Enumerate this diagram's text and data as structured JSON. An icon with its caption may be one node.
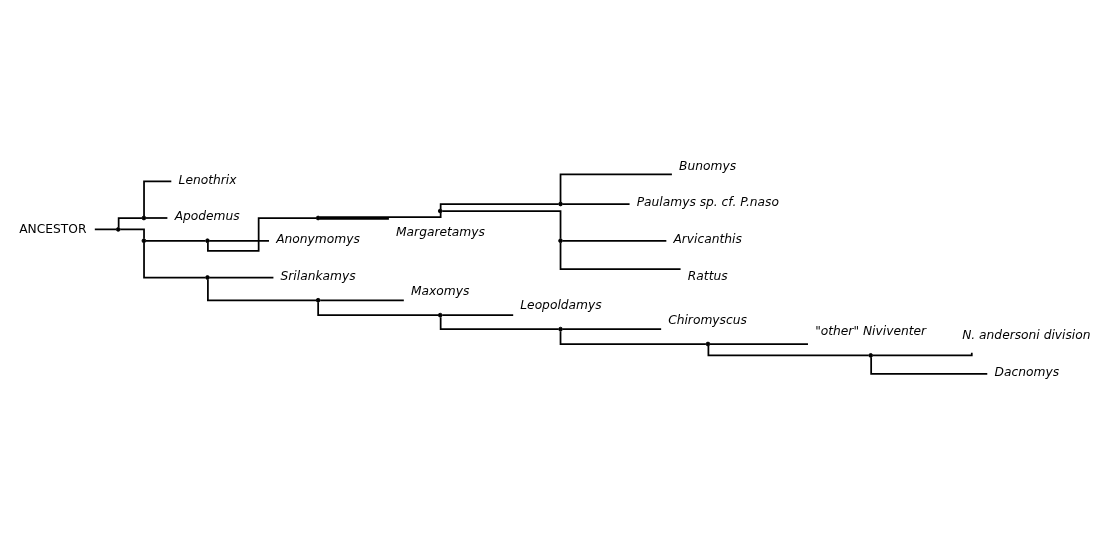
{
  "diagram": {
    "nodes": [
      {
        "text": [
          "ANCESTOR"
        ]
      },
      {
        "text": [
          "Lenothrix"
        ]
      },
      {
        "text": [
          "Apodemus"
        ]
      },
      {
        "text": [
          "Bunomys"
        ]
      },
      {
        "text": [
          "Paulamys sp. cf. P.naso"
        ]
      },
      {
        "text": [
          "Arvicanthis"
        ]
      },
      {
        "text": [
          "Rattus"
        ]
      },
      {
        "text": [
          "Margaretamys"
        ]
      },
      {
        "text": [
          "Anonymomys"
        ]
      },
      {
        "text": [
          "Srilankamys"
        ]
      },
      {
        "text": [
          "Maxomys"
        ]
      },
      {
        "text": [
          "Leopoldamys"
        ]
      },
      {
        "text": [
          "Chiromyscus"
        ]
      },
      {
        "text": [
          "\"other\" Niviventer"
        ]
      },
      {
        "text": [
          "N. andersoni division"
        ]
      },
      {
        "text": [
          "Dacnomys"
        ]
      },
      {
        "text": [],
        "shape": "point"
      },
      {
        "text": [],
        "shape": "point"
      },
      {
        "text": [],
        "shape": "point"
      },
      {
        "text": [],
        "shape": "point"
      },
      {
        "text": [],
        "shape": "point"
      },
      {
        "text": [],
        "shape": "point"
      },
      {
        "text": [],
        "shape": "point"
      },
      {
        "text": [],
        "shape": "point"
      },
      {
        "text": [],
        "shape": "point"
      },
      {
        "text": [],
        "shape": "point"
      },
      {
        "text": [],
        "shape": "point"
      },
      {
        "text": [],
        "shape": "point"
      },
      {
        "text": [],
        "shape": "point"
      },
      {
        "text": [],
        "shape": "point"
      }
    ],
    "edges": [
      {
        "from": 0,
        "to": 16,
        "arrow": "none"
      },
      {
        "from": 16,
        "to": 17,
        "arrow": "none"
      },
      {
        "from": 16,
        "to": 18,
        "arrow": "none"
      },
      {
        "from": 17,
        "to": 1,
        "arrow": "none"
      },
      {
        "from": 17,
        "to": 2,
        "arrow": "none"
      },
      {
        "from": 18,
        "to": 19,
        "arrow": "none"
      },
      {
        "from": 18,
        "to": 20,
        "arrow": "none"
      },
      {
        "from": 19,
        "to": 21,
        "arrow": "none"
      },
      {
        "from": 19,
        "to": 8,
        "arrow": "none"
      },
      {
        "from": 21,
        "to": 23,
        "arrow": "none"
      },
      {
        "from": 21,
        "to": 7,
        "arrow": "none"
      },
      {
        "from": 23,
        "to": 25,
        "arrow": "none"
      },
      {
        "from": 23,
        "to": 26,
        "arrow": "none"
      },
      {
        "from": 25,
        "to": 3,
        "arrow": "none"
      },
      {
        "from": 25,
        "to": 4,
        "arrow": "none"
      },
      {
        "from": 26,
        "to": 5,
        "arrow": "none"
      },
      {
        "from": 26,
        "to": 6,
        "arrow": "none"
      },
      {
        "from": 20,
        "to": 9,
        "arrow": "none"
      },
      {
        "from": 20,
        "to": 22,
        "arrow": "none"
      },
      {
        "from": 22,
        "to": 10,
        "arrow": "none"
      },
      {
        "from": 22,
        "to": 24,
        "arrow": "none"
      },
      {
        "from": 24,
        "to": 11,
        "arrow": "none"
      },
      {
        "from": 24,
        "to": 27,
        "arrow": "none"
      },
      {
        "from": 27,
        "to": 12,
        "arrow": "none"
      },
      {
        "from": 27,
        "to": 28,
        "arrow": "none"
      },
      {
        "from": 28,
        "to": 13,
        "arrow": "none"
      },
      {
        "from": 28,
        "to": 29,
        "arrow": "none"
      },
      {
        "from": 29,
        "to": 14,
        "arrow": "none"
      },
      {
        "from": 29,
        "to": 15,
        "arrow": "none"
      }
    ]
  }
}
